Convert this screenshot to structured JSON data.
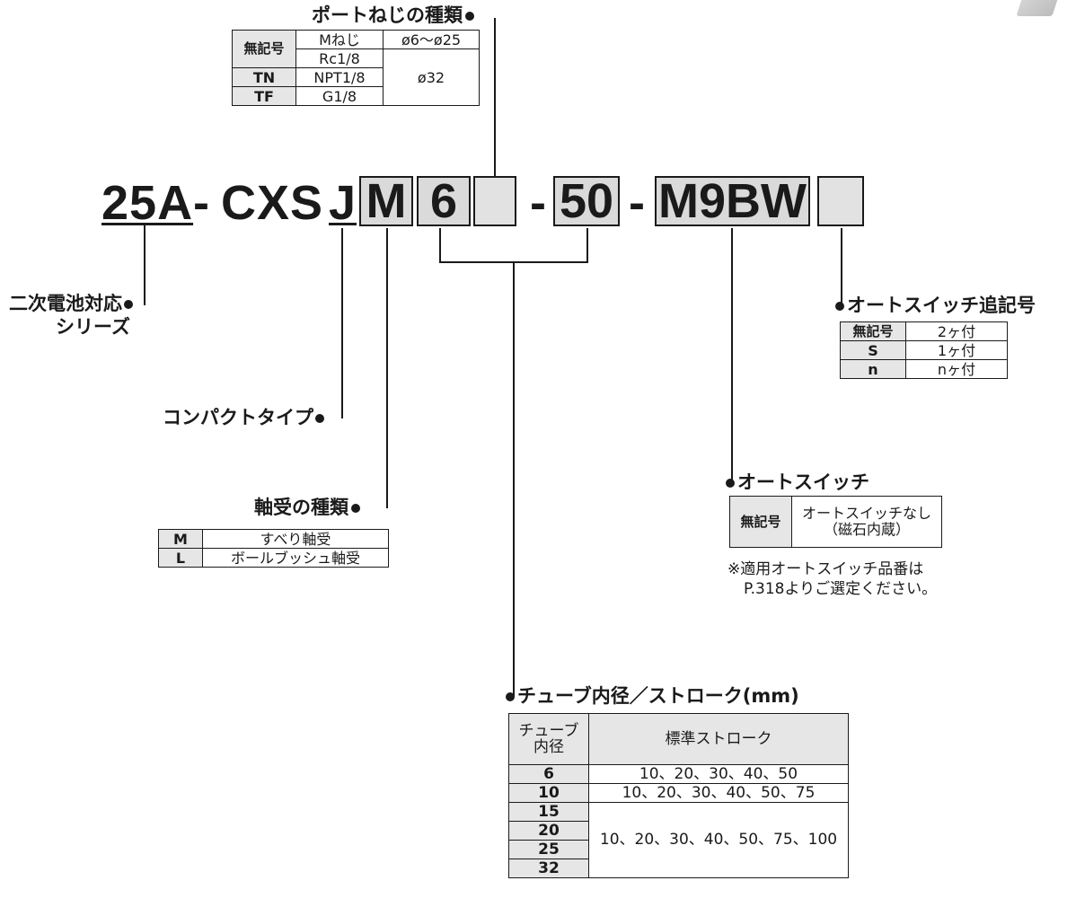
{
  "model": {
    "prefix": "25A",
    "hyphen1": "-",
    "series": "CXS",
    "type": "J",
    "bearing": "M",
    "bore": "6",
    "hyphen2": "-",
    "stroke": "50",
    "hyphen3": "-",
    "auto_switch": "M9BW"
  },
  "port_thread": {
    "title": "ポートねじの種類",
    "rows": [
      {
        "code": "無記号",
        "thread": "Mねじ",
        "size": "ø6～ø25"
      },
      {
        "code": "",
        "thread": "Rc1/8",
        "size": "ø32"
      },
      {
        "code": "TN",
        "thread": "NPT1/8",
        "size": ""
      },
      {
        "code": "TF",
        "thread": "G1/8",
        "size": ""
      }
    ]
  },
  "series_label": {
    "line1": "二次電池対応",
    "line2": "シリーズ"
  },
  "compact_label": "コンパクトタイプ",
  "bearing_type": {
    "title": "軸受の種類",
    "rows": [
      {
        "code": "M",
        "desc": "すべり軸受"
      },
      {
        "code": "L",
        "desc": "ボールブッシュ軸受"
      }
    ]
  },
  "auto_switch_suffix": {
    "title": "オートスイッチ追記号",
    "rows": [
      {
        "code": "無記号",
        "desc": "2ヶ付"
      },
      {
        "code": "S",
        "desc": "1ヶ付"
      },
      {
        "code": "n",
        "desc": "nヶ付"
      }
    ]
  },
  "auto_switch_table": {
    "title": "オートスイッチ",
    "code": "無記号",
    "desc_line1": "オートスイッチなし",
    "desc_line2": "（磁石内蔵）",
    "note_line1": "※適用オートスイッチ品番は",
    "note_line2": "P.318よりご選定ください。"
  },
  "bore_stroke": {
    "title": "チューブ内径／ストローク(mm)",
    "header_bore_line1": "チューブ",
    "header_bore_line2": "内径",
    "header_stroke": "標準ストローク",
    "rows": [
      {
        "bore": "6",
        "stroke": "10、20、30、40、50"
      },
      {
        "bore": "10",
        "stroke": "10、20、30、40、50、75"
      },
      {
        "bore": "15",
        "stroke": "10、20、30、40、50、75、100"
      },
      {
        "bore": "20",
        "stroke": ""
      },
      {
        "bore": "25",
        "stroke": ""
      },
      {
        "bore": "32",
        "stroke": ""
      }
    ]
  }
}
